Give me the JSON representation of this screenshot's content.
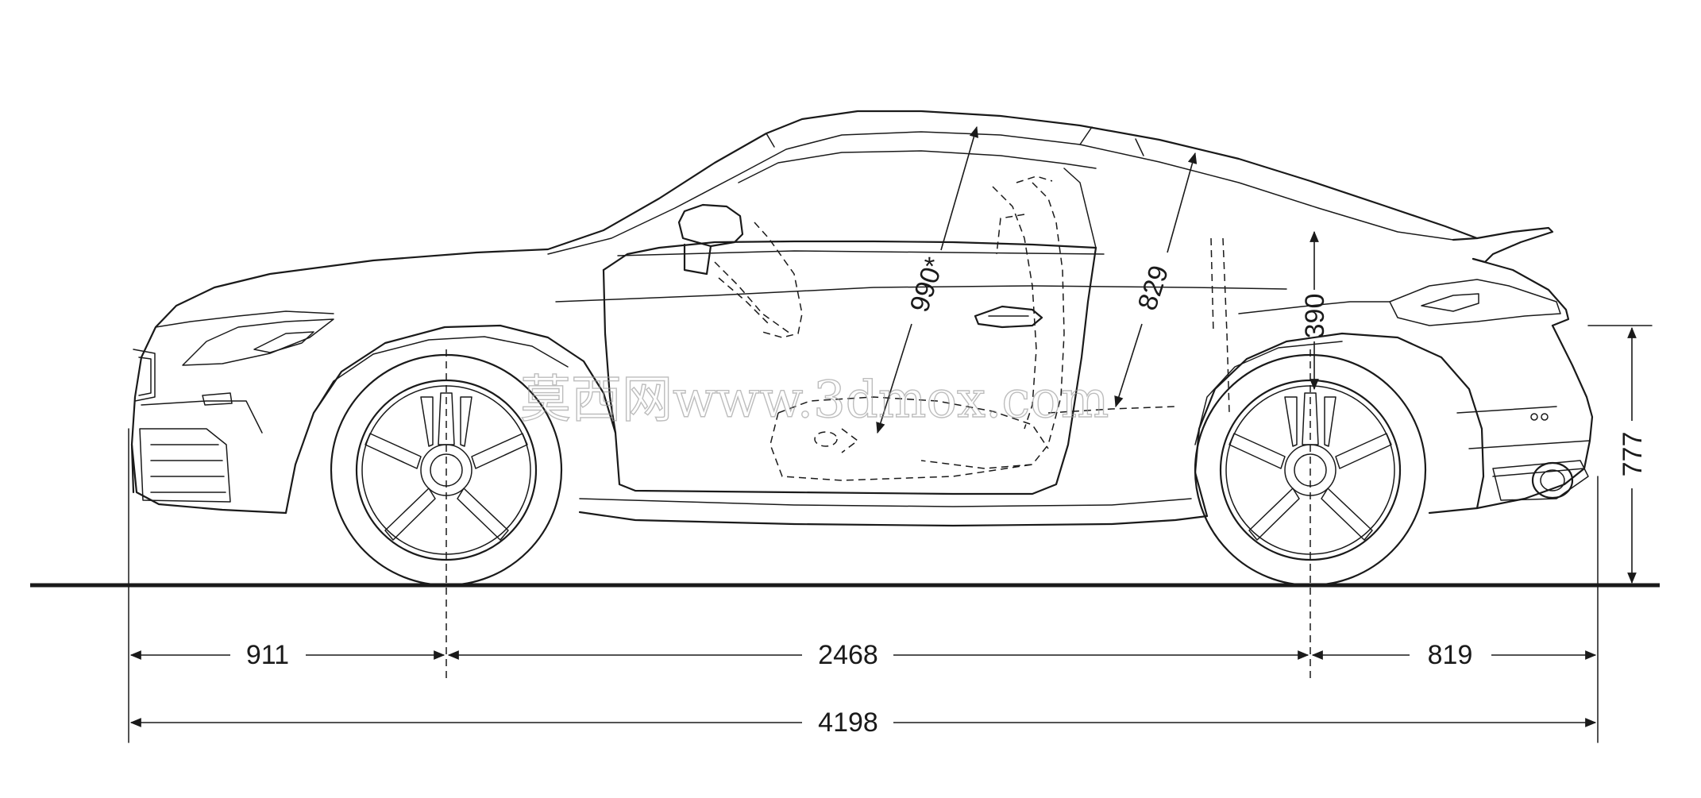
{
  "dimensions": {
    "front_overhang": "911",
    "wheelbase": "2468",
    "rear_overhang": "819",
    "overall_length": "4198",
    "height": "777",
    "front_headroom": "990*",
    "rear_headroom": "829",
    "load_sill": "390"
  },
  "watermark": "莫西网www.3dmox.com",
  "colors": {
    "ink": "#1a1a1a",
    "watermark": "#9a9a9a",
    "background": "#ffffff"
  }
}
